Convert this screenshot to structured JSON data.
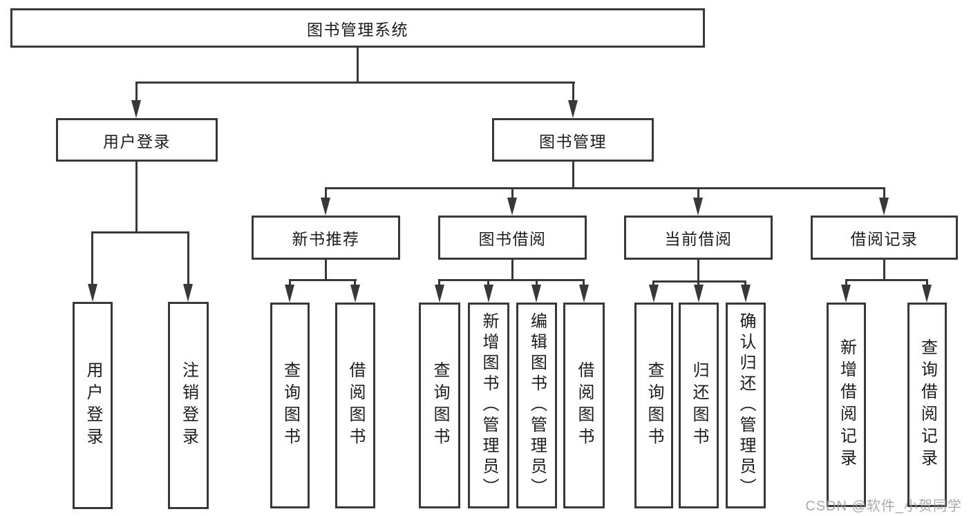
{
  "colors": {
    "line": "#383838",
    "text": "#1c1c1c",
    "background": "#ffffff",
    "watermark_color": "#9c9c9c"
  },
  "watermark": {
    "text": "CSDN @软件_小贺同学"
  },
  "tree": {
    "label": "图书管理系统",
    "children": [
      {
        "label": "用户登录",
        "children": [
          {
            "label": "用户登录"
          },
          {
            "label": "注销登录"
          }
        ]
      },
      {
        "label": "图书管理",
        "children": [
          {
            "label": "新书推荐",
            "children": [
              {
                "label": "查询图书"
              },
              {
                "label": "借阅图书"
              }
            ]
          },
          {
            "label": "图书借阅",
            "children": [
              {
                "label": "查询图书"
              },
              {
                "label": "新增图书（管理员）"
              },
              {
                "label": "编辑图书（管理员）"
              },
              {
                "label": "借阅图书"
              }
            ]
          },
          {
            "label": "当前借阅",
            "children": [
              {
                "label": "查询图书"
              },
              {
                "label": "归还图书"
              },
              {
                "label": "确认归还（管理员）"
              }
            ]
          },
          {
            "label": "借阅记录",
            "children": [
              {
                "label": "新增借阅记录"
              },
              {
                "label": "查询借阅记录"
              }
            ]
          }
        ]
      }
    ]
  }
}
